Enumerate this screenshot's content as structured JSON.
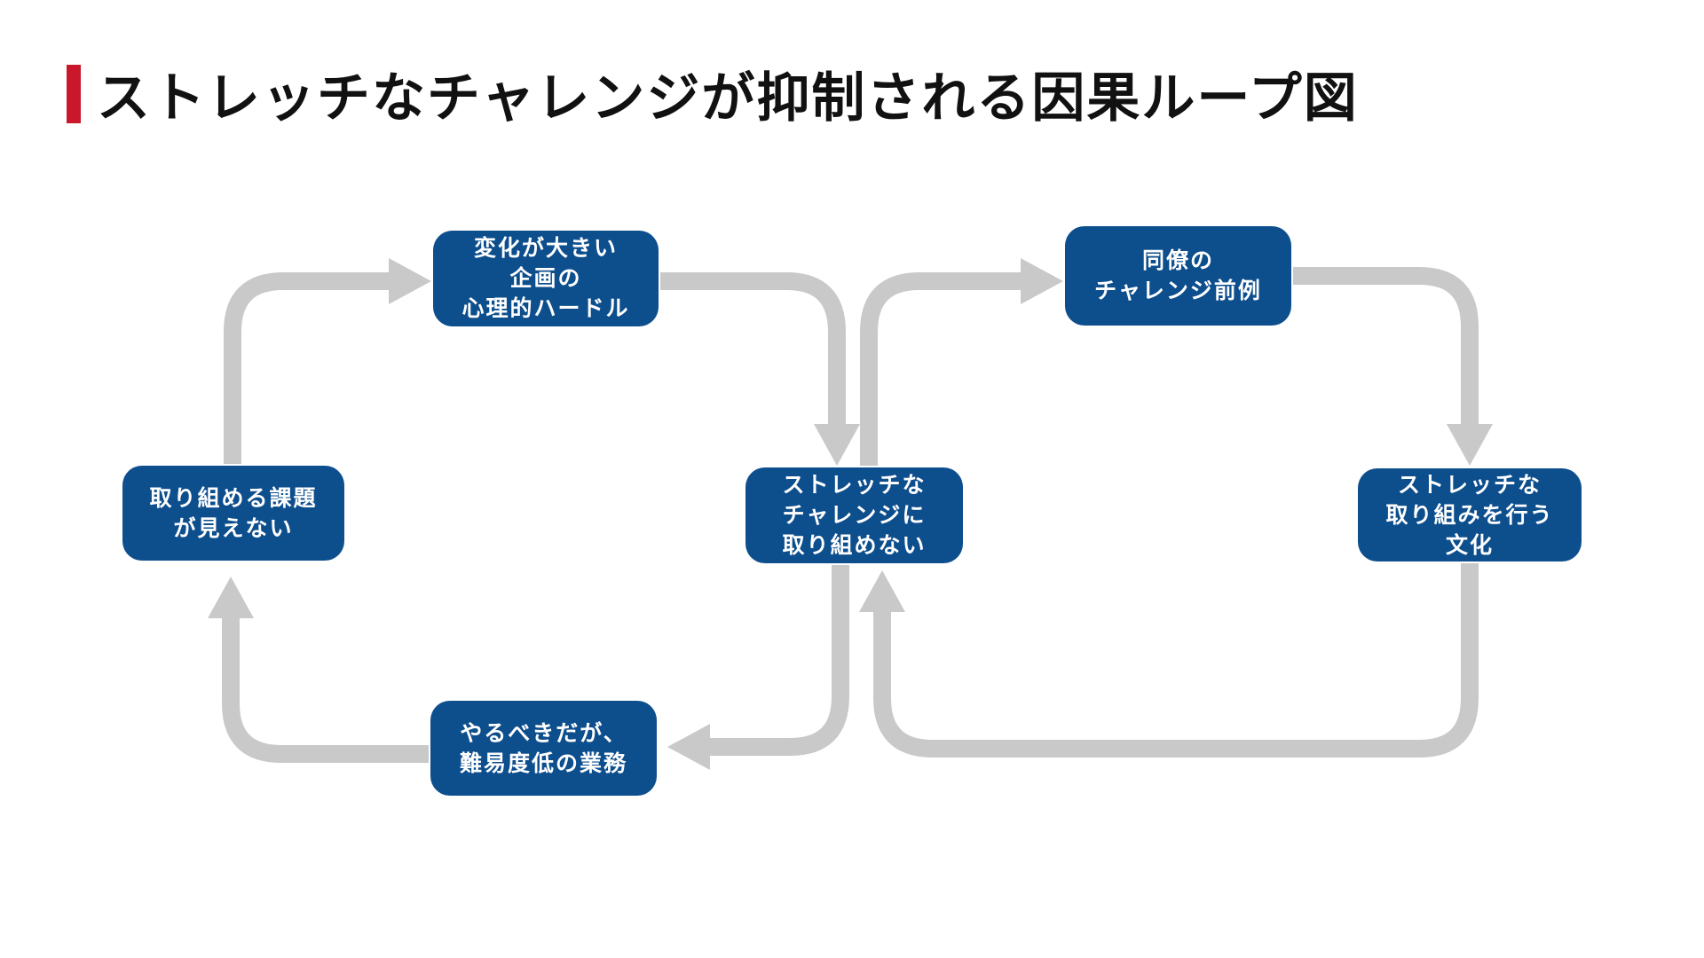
{
  "header": {
    "title": "ストレッチなチャレンジが抑制される因果ループ図"
  },
  "colors": {
    "accent_red": "#c9182b",
    "node_blue": "#0d4e8d",
    "node_text": "#ffffff",
    "arrow_gray": "#c9c9c9",
    "title_black": "#111111",
    "background": "#ffffff"
  },
  "diagram": {
    "type": "causal-loop-diagram",
    "nodes": [
      {
        "id": "psych-hurdle",
        "label": "変化が大きい\n企画の\n心理的ハードル"
      },
      {
        "id": "peer-example",
        "label": "同僚の\nチャレンジ前例"
      },
      {
        "id": "no-visible-tasks",
        "label": "取り組める課題\nが見えない"
      },
      {
        "id": "no-stretch-challenge",
        "label": "ストレッチな\nチャレンジに\n取り組めない"
      },
      {
        "id": "stretch-culture",
        "label": "ストレッチな\n取り組みを行う\n文化"
      },
      {
        "id": "easy-tasks",
        "label": "やるべきだが、\n難易度低の業務"
      }
    ],
    "edges": [
      {
        "from": "no-visible-tasks",
        "to": "psych-hurdle"
      },
      {
        "from": "psych-hurdle",
        "to": "no-stretch-challenge"
      },
      {
        "from": "no-stretch-challenge",
        "to": "peer-example"
      },
      {
        "from": "peer-example",
        "to": "stretch-culture"
      },
      {
        "from": "stretch-culture",
        "to": "no-stretch-challenge"
      },
      {
        "from": "no-stretch-challenge",
        "to": "easy-tasks"
      },
      {
        "from": "easy-tasks",
        "to": "no-visible-tasks"
      }
    ]
  }
}
